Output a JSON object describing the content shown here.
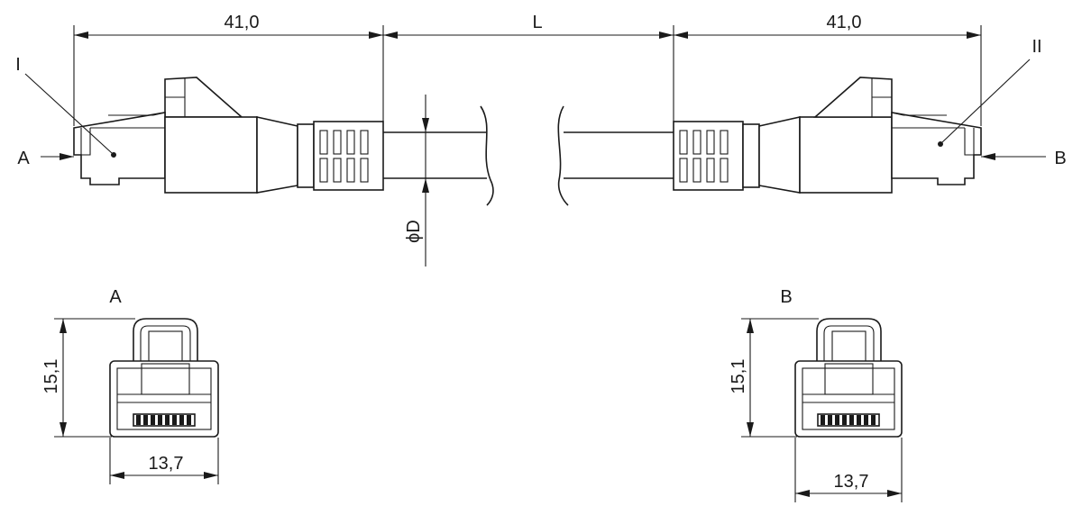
{
  "dimensions": {
    "plug_length_left": "41,0",
    "cable_length": "L",
    "plug_length_right": "41,0",
    "cable_diameter": "ϕD",
    "view_a_height": "15,1",
    "view_a_width": "13,7",
    "view_b_height": "15,1",
    "view_b_width": "13,7"
  },
  "labels": {
    "connector_left": "I",
    "connector_right": "II",
    "view_arrow_left": "A",
    "view_arrow_right": "B",
    "view_a_title": "A",
    "view_b_title": "B"
  }
}
